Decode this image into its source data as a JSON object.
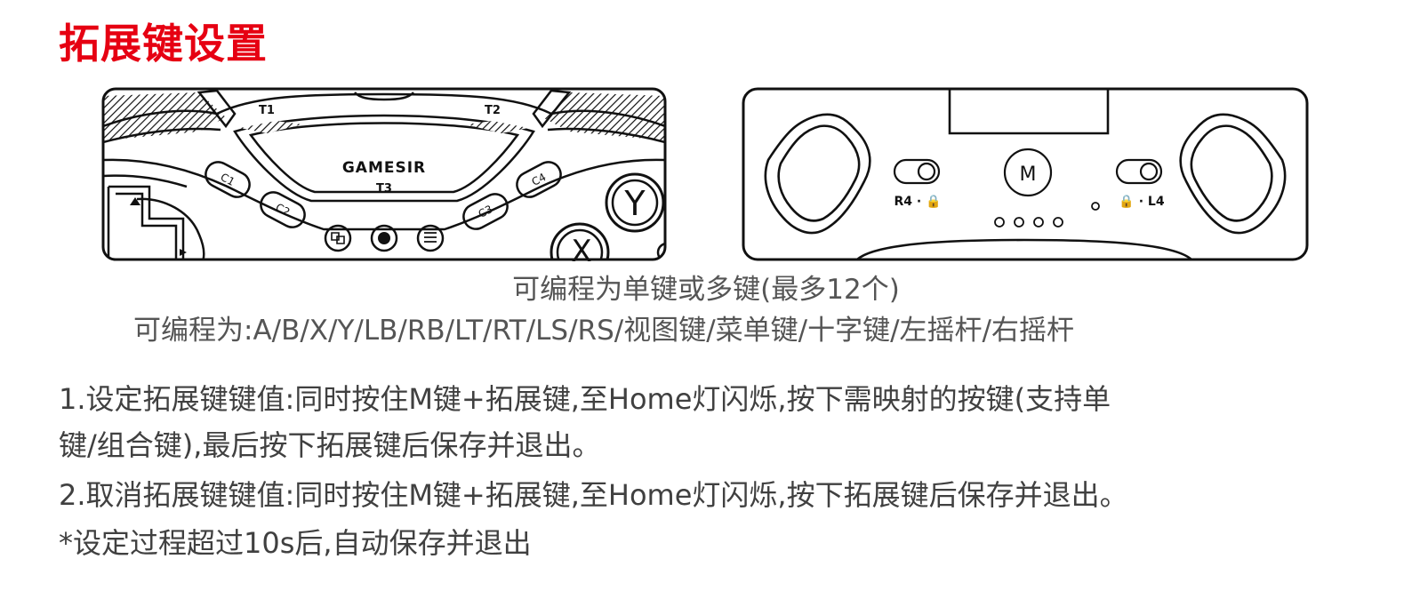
{
  "title": "拓展键设置",
  "figure_front": {
    "brand": "GAMESIR",
    "model": "T3",
    "labels": {
      "t1": "T1",
      "t2": "T2",
      "c1": "C1",
      "c2": "C2",
      "c3": "C3",
      "c4": "C4",
      "y": "Y",
      "x": "X"
    }
  },
  "figure_back": {
    "m_button": "M",
    "switch_right_label": "R4 · 🔒",
    "switch_left_label": "🔒 · L4"
  },
  "captions": {
    "line1": "可编程为单键或多键(最多12个)",
    "line2": "可编程为:A/B/X/Y/LB/RB/LT/RT/LS/RS/视图键/菜单键/十字键/左摇杆/右摇杆"
  },
  "instructions": {
    "step1_line1": "1.设定拓展键键值:同时按住M键+拓展键,至Home灯闪烁,按下需映射的按键(支持单",
    "step1_line2": "键/组合键),最后按下拓展键后保存并退出。",
    "step2": "2.取消拓展键键值:同时按住M键+拓展键,至Home灯闪烁,按下拓展键后保存并退出。",
    "note": "*设定过程超过10s后,自动保存并退出"
  },
  "colors": {
    "title": "#e60012",
    "text": "#404040",
    "line": "#111111"
  }
}
